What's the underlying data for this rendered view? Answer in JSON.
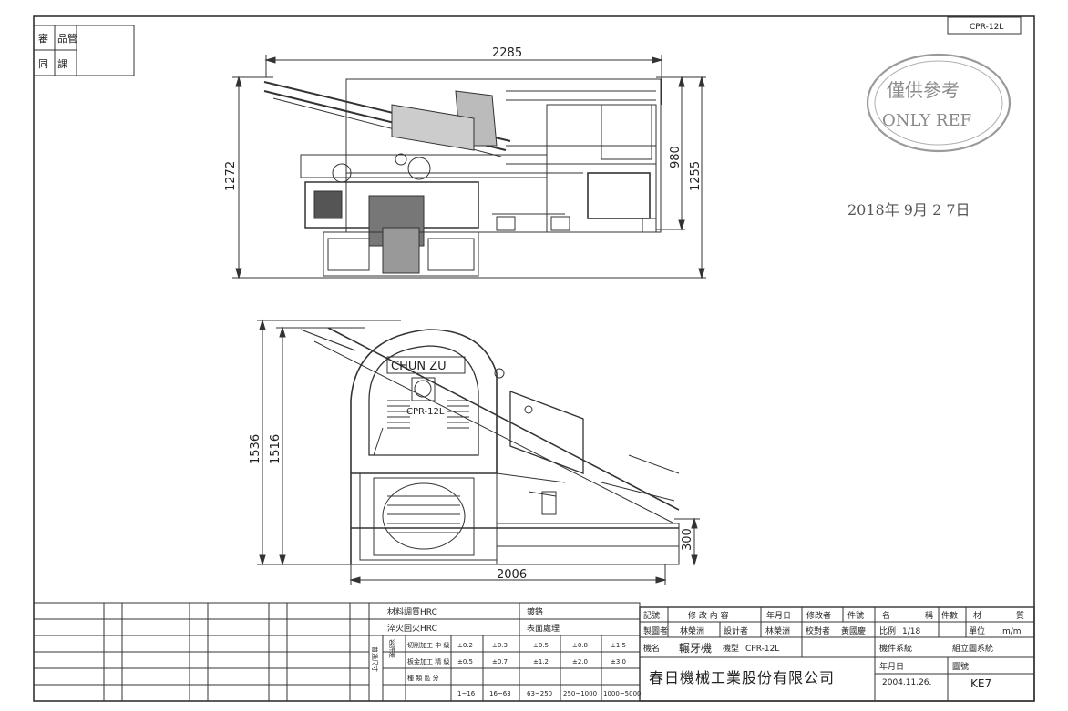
{
  "approval_box": {
    "labels": [
      "審",
      "品管",
      "同",
      "課"
    ]
  },
  "drawing_code_top": "CPR-12L",
  "stamp": {
    "line1": "僅供參考",
    "line2": "ONLY REF"
  },
  "handwritten_date": "2018年 9月 2 7日",
  "top_view": {
    "dim_width": "2285",
    "dim_height_left": "1272",
    "dim_height_right_inner": "980",
    "dim_height_right_outer": "1255"
  },
  "side_view": {
    "machine_brand": "CHUN ZU",
    "machine_model_plate": "CPR-12L",
    "dim_height_outer": "1536",
    "dim_height_inner": "1516",
    "dim_width": "2006",
    "dim_base": "300"
  },
  "tolerance_table": {
    "row1_label": "材料調質HRC",
    "row1_right_label": "鍍鉻",
    "row2_label": "淬火回火HRC",
    "row2_right_label": "表面處理",
    "side_label": "普通尺寸",
    "side_label2": "容許差",
    "cut_label": "切削加工 中 級",
    "sheet_label": "板金加工 精 級",
    "size_label": "種 類 區 分",
    "cut_values": [
      "±0.2",
      "±0.3",
      "±0.5",
      "±0.8",
      "±1.5"
    ],
    "sheet_values": [
      "±0.5",
      "±0.7",
      "±1.2",
      "±2.0",
      "±3.0"
    ],
    "size_ranges": [
      "1~16",
      "16~63",
      "63~250",
      "250~1000",
      "1000~5000"
    ]
  },
  "title_block": {
    "rev_headers": [
      "記號",
      "修 改 內 容",
      "年月日",
      "修改者",
      "件號"
    ],
    "name_headers": [
      "名",
      "稱",
      "件數",
      "材",
      "質"
    ],
    "drawn_by_label": "製圖者",
    "drawn_by": "林榮洲",
    "designed_by_label": "設計者",
    "designed_by": "林榮洲",
    "checked_by_label": "校對者",
    "checked_by": "黃國慶",
    "scale_label": "比例",
    "scale_value": "1/18",
    "unit_label": "單位",
    "unit_value": "m/m",
    "machine_name_label": "機名",
    "machine_name": "輾牙機",
    "model_label": "機型",
    "model_value": "CPR-12L",
    "part_system_label": "機件系統",
    "part_system": "組立圖系統",
    "company": "春日機械工業股份有限公司",
    "date_label": "年月日",
    "date_value": "2004.11.26.",
    "drawing_no_label": "圖號",
    "drawing_no": "KE7"
  }
}
